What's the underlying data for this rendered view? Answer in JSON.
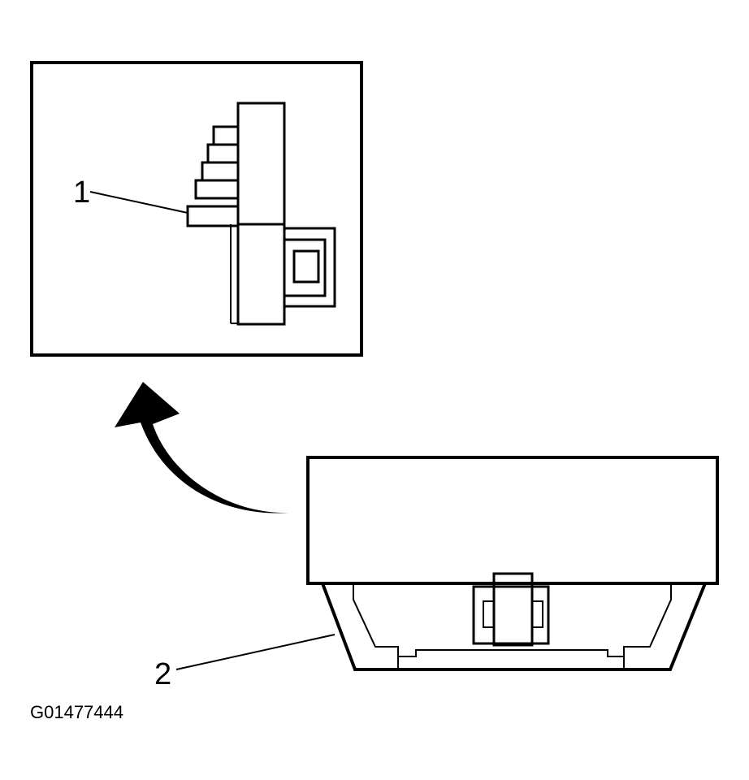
{
  "callouts": [
    {
      "id": "1",
      "label": "1"
    },
    {
      "id": "2",
      "label": "2"
    }
  ],
  "figure_id": "G01477444",
  "colors": {
    "ink": "#000000",
    "paper": "#ffffff"
  }
}
